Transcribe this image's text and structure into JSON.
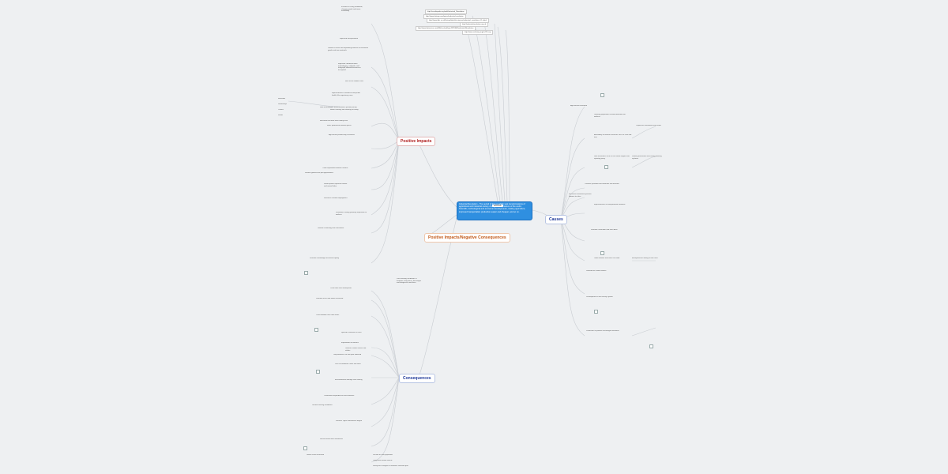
{
  "center": {
    "tag": "EXPAND",
    "text": "Industrial Revolution - The period of time in which vast transformations of agricultural and industrial society changed many nations of the world. Scientific, technological and economic developments, making agriculture, improved transportation production easier and cheaper, and so on."
  },
  "branches": {
    "positive_impacts": "Positive Impacts",
    "pos_neg": "Positive Impacts/Negative Consequences",
    "consequences": "Consequences",
    "causes": "Causes"
  },
  "links": [
    "http://en.wikipedia.org/wiki/Industrial_Revolution",
    "http://www.history.com/topics/industrial-revolution",
    "http://www.bbc.co.uk/history/british/victorians/industrial_revolution_01.shtml",
    "http://industrialrevolution.org.uk",
    "http://www.britannica.com/EBchecked/topic/287086/Industrial-Revolution",
    "http://www.ushistory.org/us/25.asp"
  ],
  "positive_notes": [
    "Increase in living standards, cheaper goods and more availability",
    "Improved transportation",
    "Growth of cities and expanding markets for industrial goods and raw materials",
    "Improved communication technologies, railroads, and telegraph allowed businesses to expand",
    "Rise of the middle class",
    "Improvements in medicine and public health, life expectancy rose",
    "New technologies and inventions spread quickly",
    "Better housing and clothing for many",
    "Education became more widely available",
    "Mass production lowered prices",
    "Agricultural productivity increased",
    "Trade expanded between nations",
    "Women gained new job opportunities",
    "Steam power replaced human and animal labor",
    "Factories created employment",
    "Standard of living gradually improved for workers",
    "Growth of banking and investment",
    "Scientific knowledge increased rapidly"
  ],
  "positive_small": [
    "Railroads",
    "Steamships",
    "Canals",
    "Roads"
  ],
  "consequence_notes": [
    "Poor working conditions in factories, long hours, low wages and dangerous machines",
    "Child labor was widespread",
    "Pollution of air and water increased",
    "Overcrowded cities and slums",
    "Spread of disease in cities",
    "Exploitation of workers",
    "Growth of labor unions and strikes",
    "Gap between rich and poor widened",
    "Loss of traditional crafts and skills",
    "Environmental damage from mining",
    "Colonialism expanded for raw materials",
    "Unsafe housing conditions",
    "Workers' rights movements began",
    "Social reform laws introduced",
    "Urban crime increased",
    "Decline of rural population",
    "Long-term climate effects",
    "Family life changed as members worked apart"
  ],
  "causes_notes": [
    "Agricultural revolution",
    "Growing population created demand and workers",
    "Availability of natural resources such as coal and iron",
    "Capital for investment from trade",
    "New inventions such as the steam engine and spinning jenny",
    "Stable government and strong banking systems",
    "Colonies provided raw materials and markets",
    "Enclosure movement pushed farmers to cities",
    "Improvements in transportation networks",
    "Scientific revolution and new ideas",
    "Good harbors and rivers for trade",
    "Entrepreneurs willing to take risks",
    "Demand for cotton textiles",
    "Development of the factory system",
    "Protection of patents encouraged invention"
  ]
}
